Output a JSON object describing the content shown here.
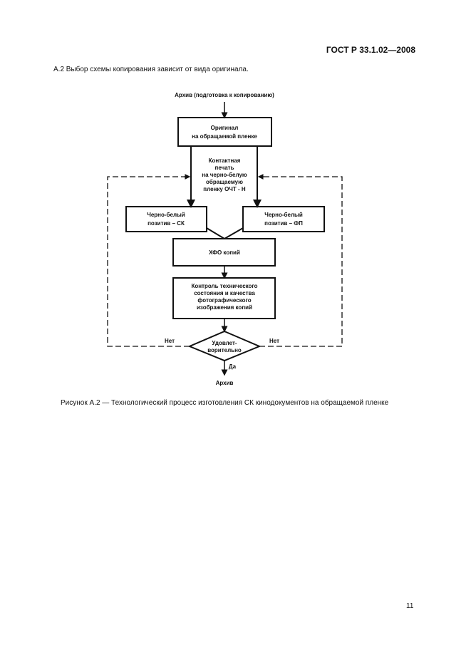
{
  "header": {
    "doc_id": "ГОСТ Р 33.1.02—2008"
  },
  "intro": "А.2 Выбор схемы копирования зависит от вида оригинала.",
  "flowchart": {
    "start": "Архив (подготовка к копированию)",
    "original": [
      "Оригинал",
      "на обращаемой пленке"
    ],
    "contact_print": [
      "Контактная",
      "печать",
      "на черно-белую",
      "обращаемую",
      "пленку ОЧТ - Н"
    ],
    "positive_sk": [
      "Черно-белый",
      "позитив – СК"
    ],
    "positive_fp": [
      "Черно-белый",
      "позитив – ФП"
    ],
    "processing": "ХФО копий",
    "control": [
      "Контроль технического",
      "состояния и качества",
      "фотографического",
      "изображения копий"
    ],
    "decision": [
      "Удовлет-",
      "ворительно"
    ],
    "no_left": "Нет",
    "no_right": "Нет",
    "yes": "Да",
    "end": "Архив"
  },
  "caption": "Рисунок А.2 — Технологический процесс изготовления СК кинодокументов на обращаемой пленке",
  "page_number": "11"
}
